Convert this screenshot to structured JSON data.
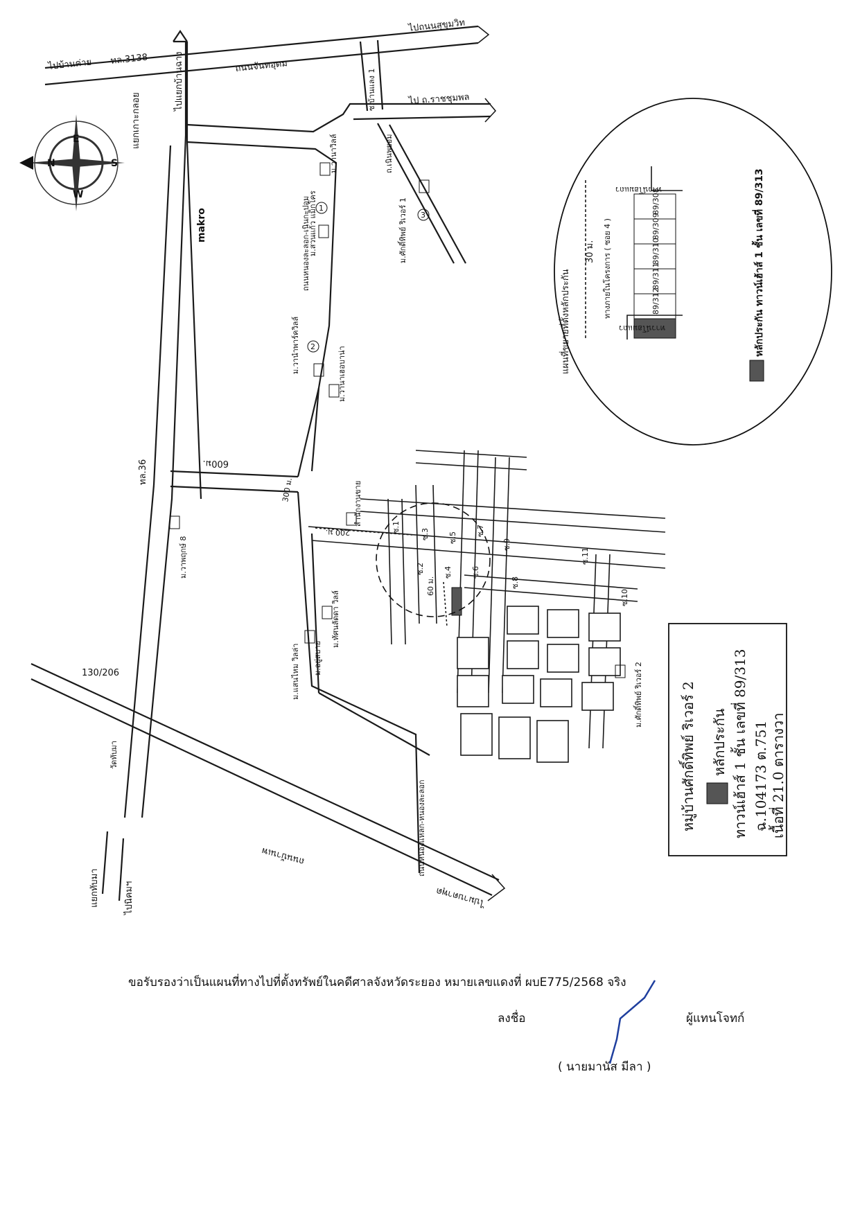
{
  "roads": {
    "to_ban_khai": "ไปบ้านค่าย",
    "route_3138": "ทล.3138",
    "to_sukhumvit": "ไปถนนสุขุมวิท",
    "chanthaudom": "ถนนจันทอุดม",
    "to_ratchachumphon": "ไป ถ.ราชชุมพล",
    "junction_ban_khai": "แยกเกาะกลอย",
    "to_ban_khai_junction": "ไปแยกบ้านฉาง",
    "soi_1": "ซ.บ้านแลง 1",
    "nong_phayom": "ถ.เนินพยอม",
    "route_36": "ทล.36",
    "main_road": "ถนนหนองละลอก-เนินกะปอม",
    "nong_lalok_road": "ถนนหนองแหลก-หนองละลอก",
    "dist_600": "600ม.",
    "dist_300": "300 ม.",
    "dist_200": "200 ม.",
    "dist_60": "60 ม.",
    "to_wat_thap_ma": "แยกทับมา",
    "to_nikhom": "ไปนิคมฯ",
    "route_bottom": "130/206",
    "to_map_ta_phut": "ไปมาบตาพุด",
    "road_bottom": "ถนนบ้านเพ"
  },
  "landmarks": {
    "makro": "makro",
    "wat_thap_ma": "วัดทับมา",
    "village_1": "ม.สวนแก้ว แม็กโคร",
    "village_1b": "ม.วานาวิลล์",
    "village_2": "ม.วานำพาร์ควิลล์",
    "village_2b": "ม.วานาเฮอบาน่า",
    "village_3": "ม.ศักดิ์ทิพย์ ริเวอร์ 1",
    "village_8": "ม.วาพฤกษ์ 8",
    "sales_office": "สำนักงานขาย",
    "village_nikhom": "ม.ทัศนลัดดา วิลล์",
    "village_yu": "ม.อยู่สบาย",
    "village_phum": "ม.แสนไหม วิลล่า",
    "village_river2": "ม.ศักดิ์ทิพย์ ริเวอร์ 2",
    "num_1": "1",
    "num_2": "2",
    "num_3": "3"
  },
  "sois": [
    "ซ.1",
    "ซ.2",
    "ซ.3",
    "ซ.4",
    "ซ.5",
    "ซ.6",
    "ซ.7",
    "ซ.8",
    "ซ.9",
    "ซ.10",
    "ซ.11"
  ],
  "inset": {
    "title": "แผนที่ขยายที่ตั้งหลักประกัน",
    "distance": "30 ม.",
    "road": "ทางภายในโครงการ ( ซอย 4 )",
    "units": [
      "89/308",
      "89/309",
      "89/310",
      "89/311",
      "89/312"
    ],
    "side_top": "ทาวน์โฮมแถว",
    "side_bottom": "ทาวน์โฮมแถว",
    "legend": "หลักประกัน ทาวน์เฮ้าส์ 1 ชั้น เลขที่ 89/313"
  },
  "legend_box": {
    "title": "หมู่บ้านศักดิ์ทิพย์ ริเวอร์ 2",
    "collateral": "หลักประกัน",
    "line1": "ทาวน์เฮ้าส์ 1 ชั้น เลขที่ 89/313",
    "line2": "ฉ.104173 ต.751",
    "line3": "เนื้อที่ 21.0 ตารางวา"
  },
  "compass": {
    "n": "N",
    "s": "S",
    "e": "E",
    "w": "W"
  },
  "colors": {
    "collateral": "#555555",
    "signature": "#1f3f9e"
  },
  "footer": {
    "certify": "ขอรับรองว่าเป็นแผนที่ทางไปที่ตั้งทรัพย์ในคดีศาลจังหวัดระยอง หมายเลขแดงที่ ผบE775/2568 จริง",
    "sign_label": "ลงชื่อ",
    "role": "ผู้แทนโจทก์",
    "name": "( นายมานัส มีลา )"
  }
}
